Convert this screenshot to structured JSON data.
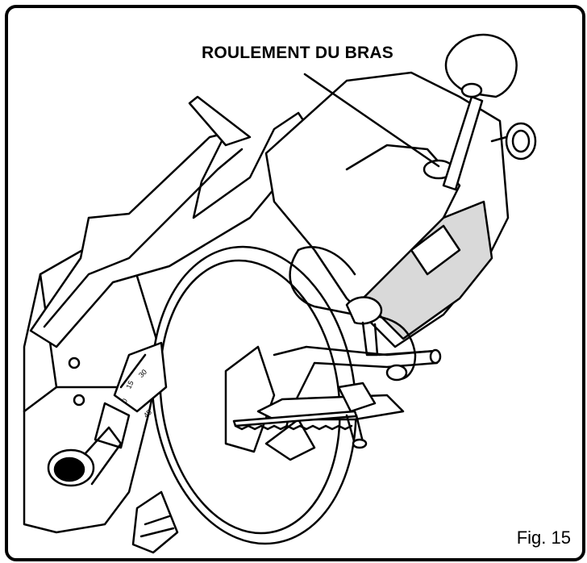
{
  "callout": {
    "label": "ROULEMENT DU BRAS"
  },
  "figure": {
    "caption": "Fig. 15"
  },
  "scale": {
    "tick_labels": [
      "0",
      "15",
      "30",
      "45"
    ]
  },
  "colors": {
    "ink": "#000000",
    "paper": "#ffffff",
    "shade": "#d9d9d9"
  }
}
